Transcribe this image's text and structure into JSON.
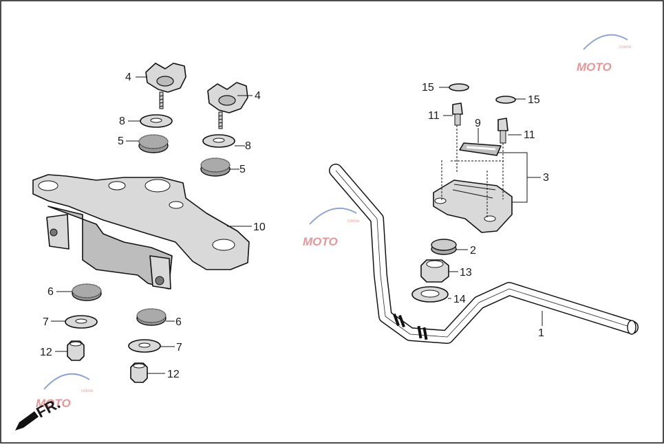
{
  "diagram": {
    "labels": {
      "p1": "1",
      "p2": "2",
      "p3": "3",
      "p4a": "4",
      "p4b": "4",
      "p5a": "5",
      "p5b": "5",
      "p6a": "6",
      "p6b": "6",
      "p7a": "7",
      "p7b": "7",
      "p8a": "8",
      "p8b": "8",
      "p9": "9",
      "p10": "10",
      "p11a": "11",
      "p11b": "11",
      "p12a": "12",
      "p12b": "12",
      "p13": "13",
      "p14": "14",
      "p15a": "15",
      "p15b": "15"
    },
    "direction_label": "FR.",
    "watermark": {
      "text": "MOTO",
      "subtext": "Online"
    }
  }
}
